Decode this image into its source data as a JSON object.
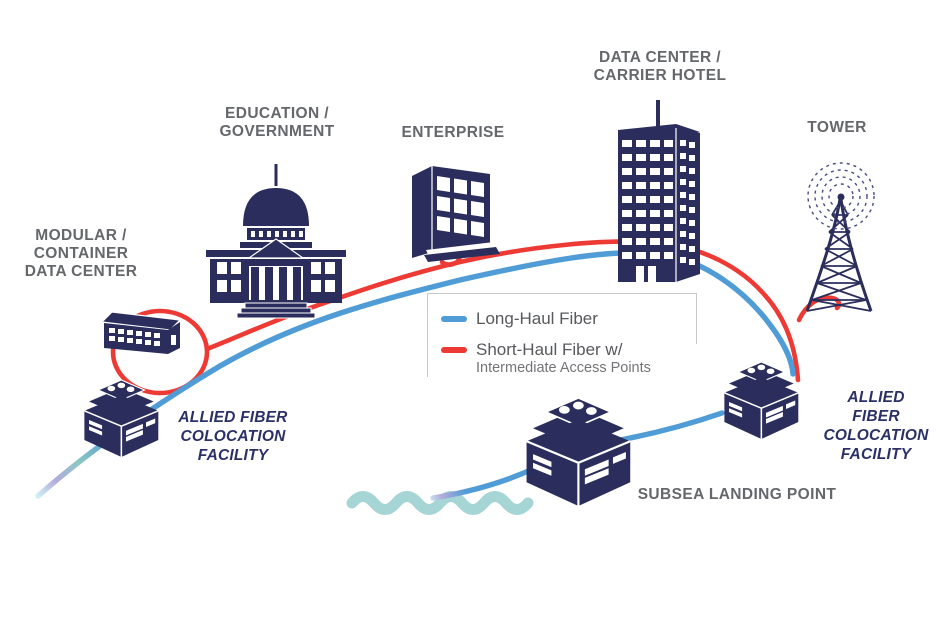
{
  "nodes": {
    "modular": {
      "label": "MODULAR /\nCONTAINER\nDATA CENTER",
      "icon": "warehouse-building-icon"
    },
    "education": {
      "label": "EDUCATION /\nGOVERNMENT",
      "icon": "capitol-building-icon"
    },
    "enterprise": {
      "label": "ENTERPRISE",
      "icon": "office-building-icon"
    },
    "data_center": {
      "label": "DATA CENTER /\nCARRIER HOTEL",
      "icon": "skyscraper-building-icon"
    },
    "tower": {
      "label": "TOWER",
      "icon": "radio-tower-icon"
    },
    "colocation_left": {
      "label": "ALLIED FIBER\nCOLOCATION\nFACILITY",
      "icon": "colocation-cube-building-icon"
    },
    "colocation_right": {
      "label": "ALLIED FIBER\nCOLOCATION\nFACILITY",
      "icon": "colocation-cube-building-icon"
    },
    "subsea": {
      "label": "SUBSEA LANDING POINT",
      "icon": "colocation-cube-building-icon"
    }
  },
  "legend": {
    "long_haul": {
      "label": "Long-Haul Fiber",
      "color": "#4f9cd6"
    },
    "short_haul": {
      "label": "Short-Haul Fiber w/",
      "sublabel": "Intermediate Access Points",
      "color": "#ee3a34"
    }
  },
  "colors": {
    "building_navy": "#2b2e5c",
    "label_gray": "#65676b",
    "allied_navy": "#2b3166",
    "long_haul_blue": "#4f9cd6",
    "short_haul_red": "#ee3a34",
    "water_teal": "#a5d5d4",
    "radio_wave_navy": "#474b85",
    "legend_border": "#c9c9c9"
  }
}
